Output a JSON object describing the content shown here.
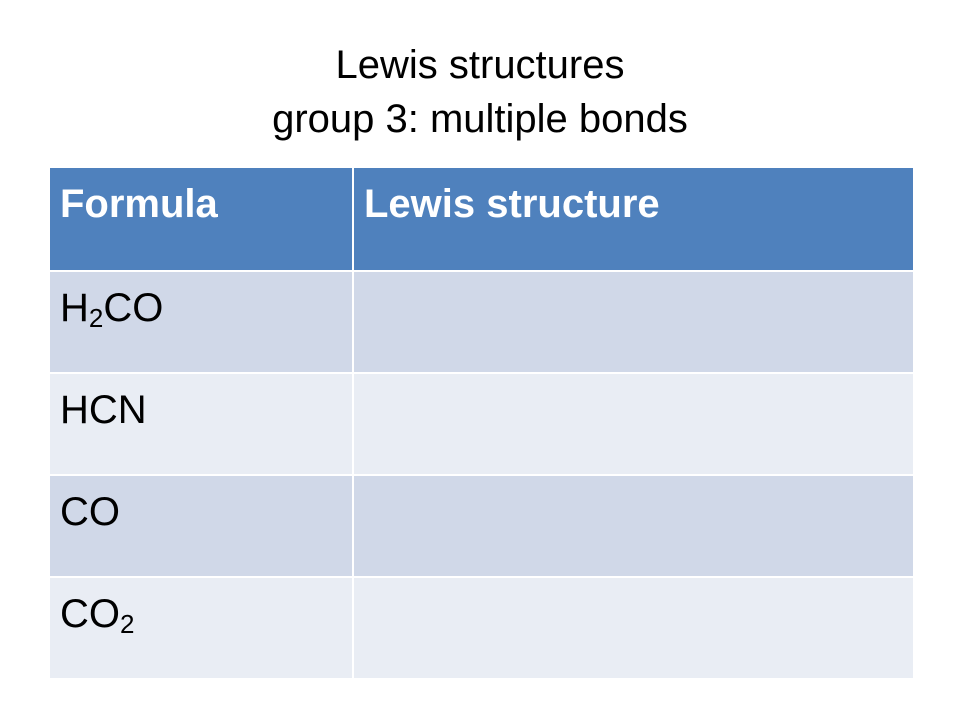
{
  "title": {
    "line1": "Lewis structures",
    "line2": "group 3: multiple bonds"
  },
  "table": {
    "headers": [
      "Formula",
      "Lewis structure"
    ],
    "rows": [
      {
        "formula_main": "H",
        "formula_sub": "2",
        "formula_tail": "CO",
        "lewis": ""
      },
      {
        "formula_main": "HCN",
        "formula_sub": "",
        "formula_tail": "",
        "lewis": ""
      },
      {
        "formula_main": "CO",
        "formula_sub": "",
        "formula_tail": "",
        "lewis": ""
      },
      {
        "formula_main": "CO",
        "formula_sub": "2",
        "formula_tail": "",
        "lewis": ""
      }
    ]
  },
  "colors": {
    "header_bg": "#4f81bd",
    "row_odd_bg": "#d0d8e8",
    "row_even_bg": "#e9edf4",
    "header_text": "#ffffff"
  }
}
